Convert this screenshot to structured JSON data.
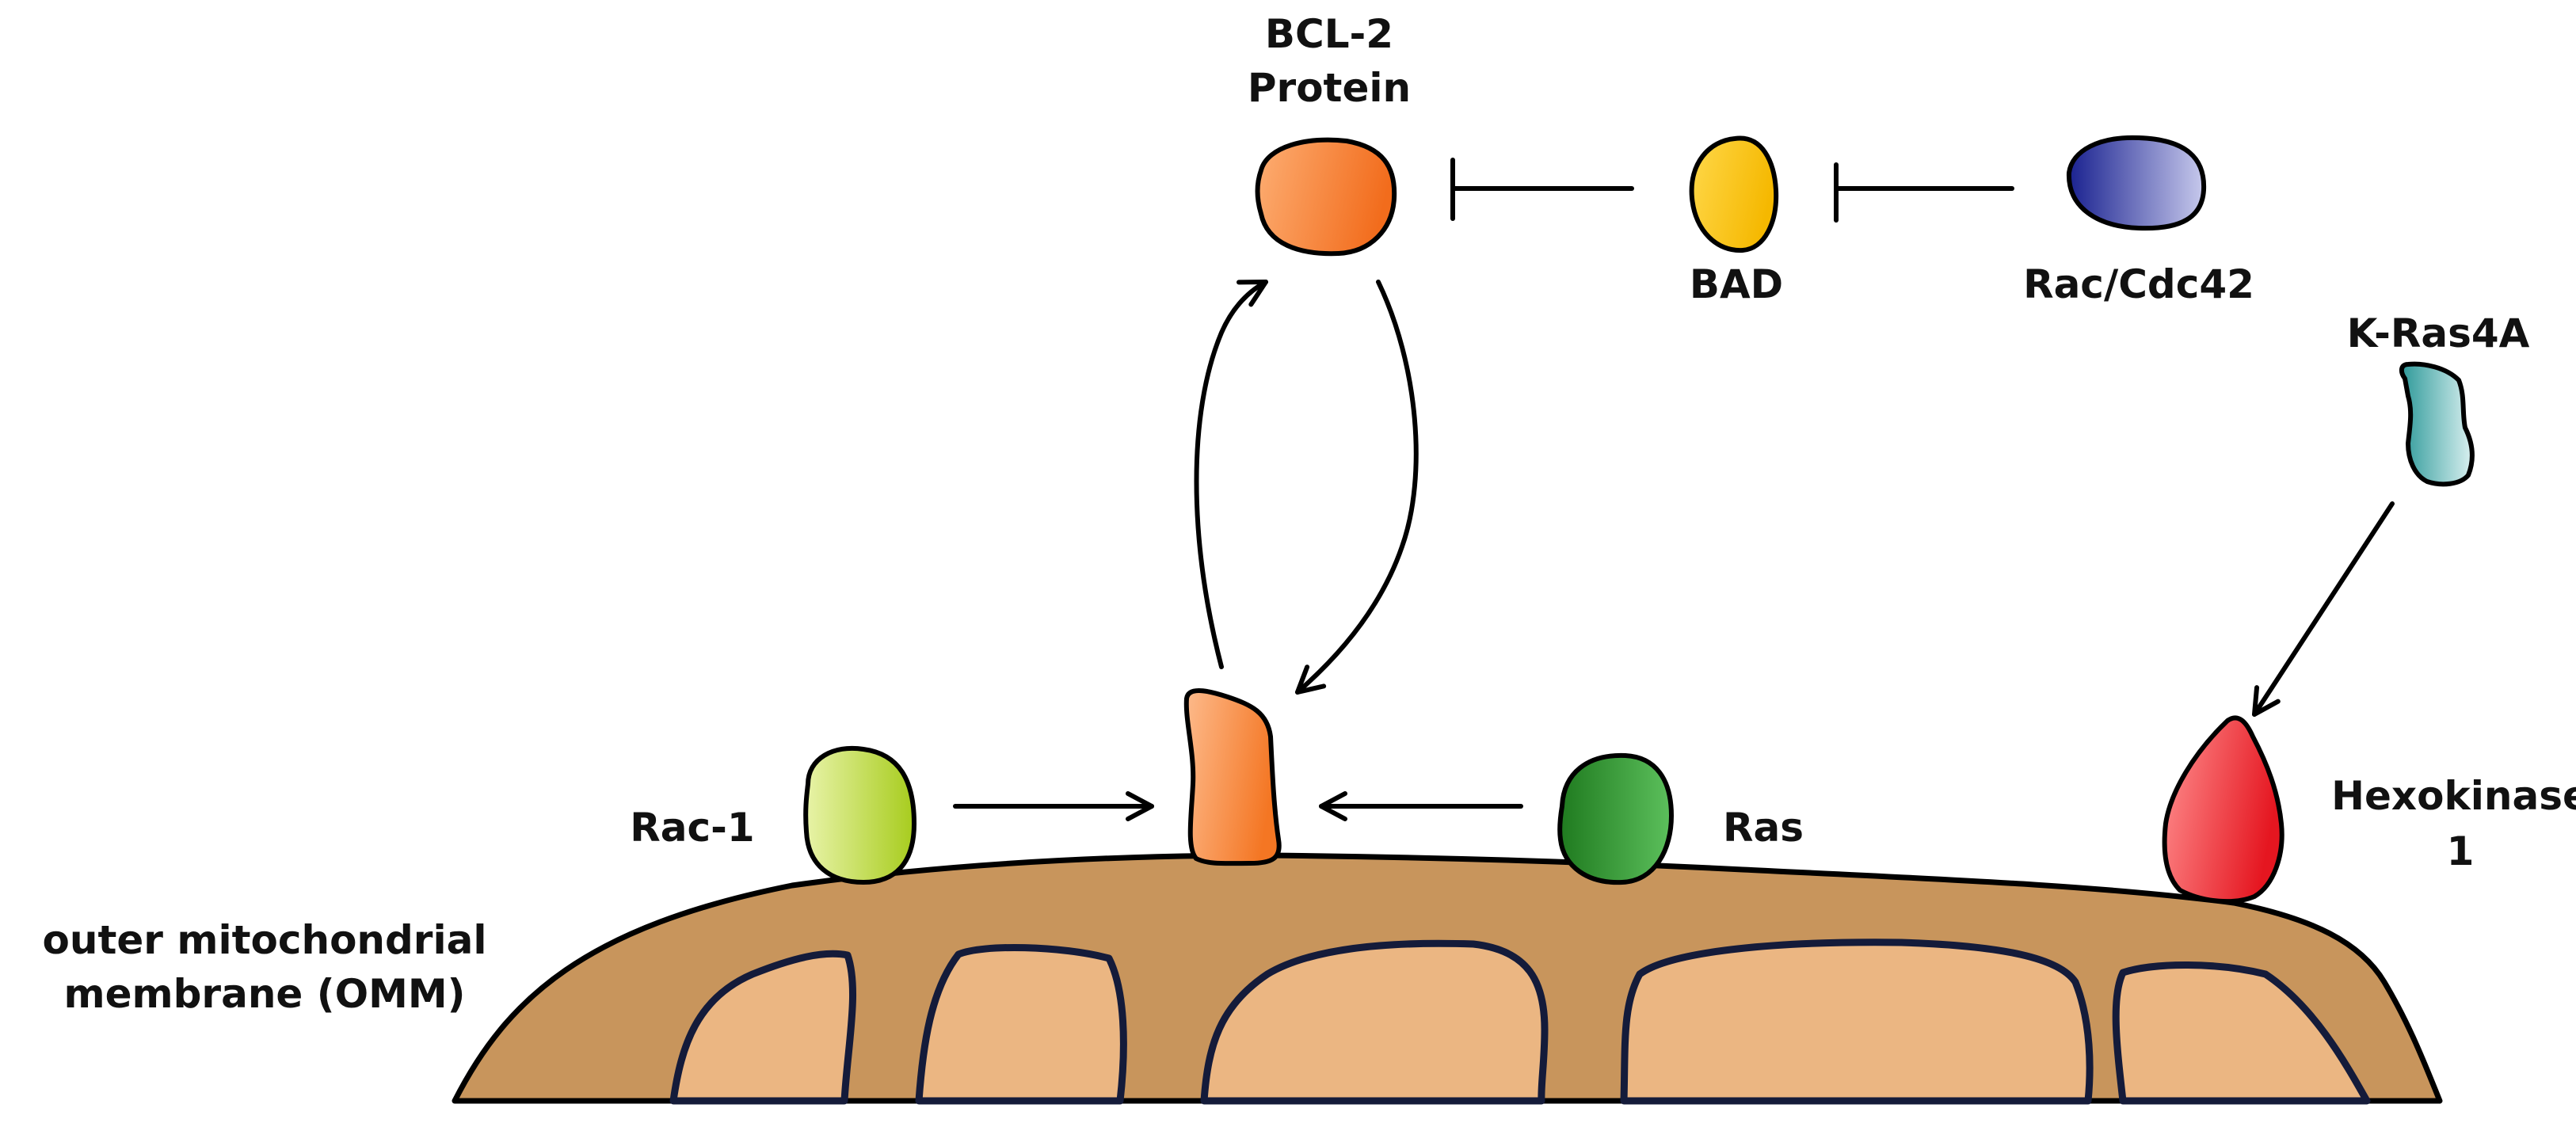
{
  "labels": {
    "bcl2_line1": "BCL-2",
    "bcl2_line2": "Protein",
    "bad": "BAD",
    "rac_cdc42": "Rac/Cdc42",
    "kras4a": "K-Ras4A",
    "rac1": "Rac-1",
    "ras": "Ras",
    "hexokinase_line1": "Hexokinase",
    "hexokinase_line2": "1",
    "omm_line1": "outer mitochondrial",
    "omm_line2": "membrane (OMM)"
  },
  "colors": {
    "bcl2": [
      "#fdae73",
      "#f26c1c"
    ],
    "bad": [
      "#ffd84a",
      "#f5b800"
    ],
    "rac_cdc42": [
      "#1a2290",
      "#c7c9ec"
    ],
    "kras4a": [
      "#2f9a9a",
      "#d9f0f0"
    ],
    "rac1": [
      "#e8f3a8",
      "#a7cc1d"
    ],
    "membrane_protein": [
      "#fdba8b",
      "#f47623"
    ],
    "ras": [
      "#1f7a1f",
      "#5cc05c"
    ],
    "hexokinase": [
      "#ff9090",
      "#e51620"
    ],
    "membrane_outer": "#c8955c",
    "membrane_inner": "#ebb682",
    "cristae_stroke": "#141b3a"
  },
  "edges": [
    {
      "from": "rac_cdc42",
      "to": "bad",
      "type": "inhibition"
    },
    {
      "from": "bad",
      "to": "bcl2",
      "type": "inhibition"
    },
    {
      "from": "membrane_protein",
      "to": "bcl2",
      "type": "activation"
    },
    {
      "from": "bcl2",
      "to": "membrane_protein",
      "type": "activation"
    },
    {
      "from": "rac1",
      "to": "membrane_protein",
      "type": "activation"
    },
    {
      "from": "ras",
      "to": "membrane_protein",
      "type": "activation"
    },
    {
      "from": "kras4a",
      "to": "hexokinase",
      "type": "activation"
    }
  ]
}
